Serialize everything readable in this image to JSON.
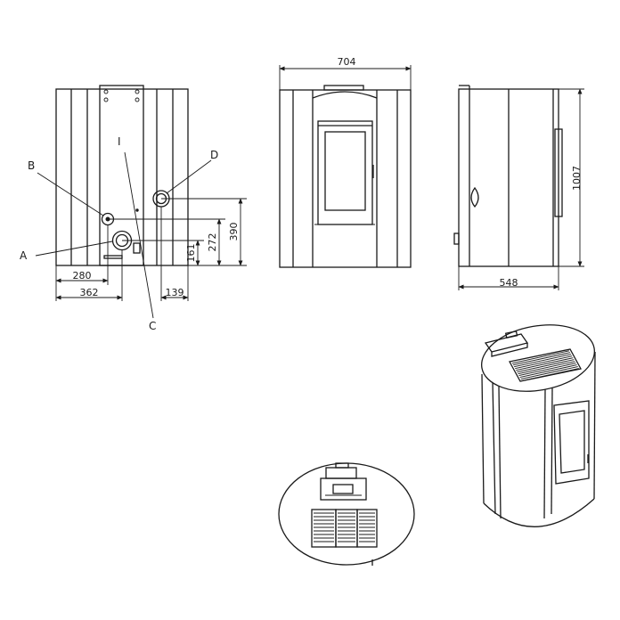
{
  "back_view": {
    "labels": {
      "a": "A",
      "b": "B",
      "c": "C",
      "d": "D",
      "i": "I"
    },
    "dimensions": {
      "height_d": "390",
      "height_a": "272",
      "height_c": "161",
      "width_b": "280",
      "width_a": "362",
      "width_d": "139"
    }
  },
  "front_view": {
    "width": "704"
  },
  "side_view": {
    "height": "1007",
    "depth": "548"
  }
}
